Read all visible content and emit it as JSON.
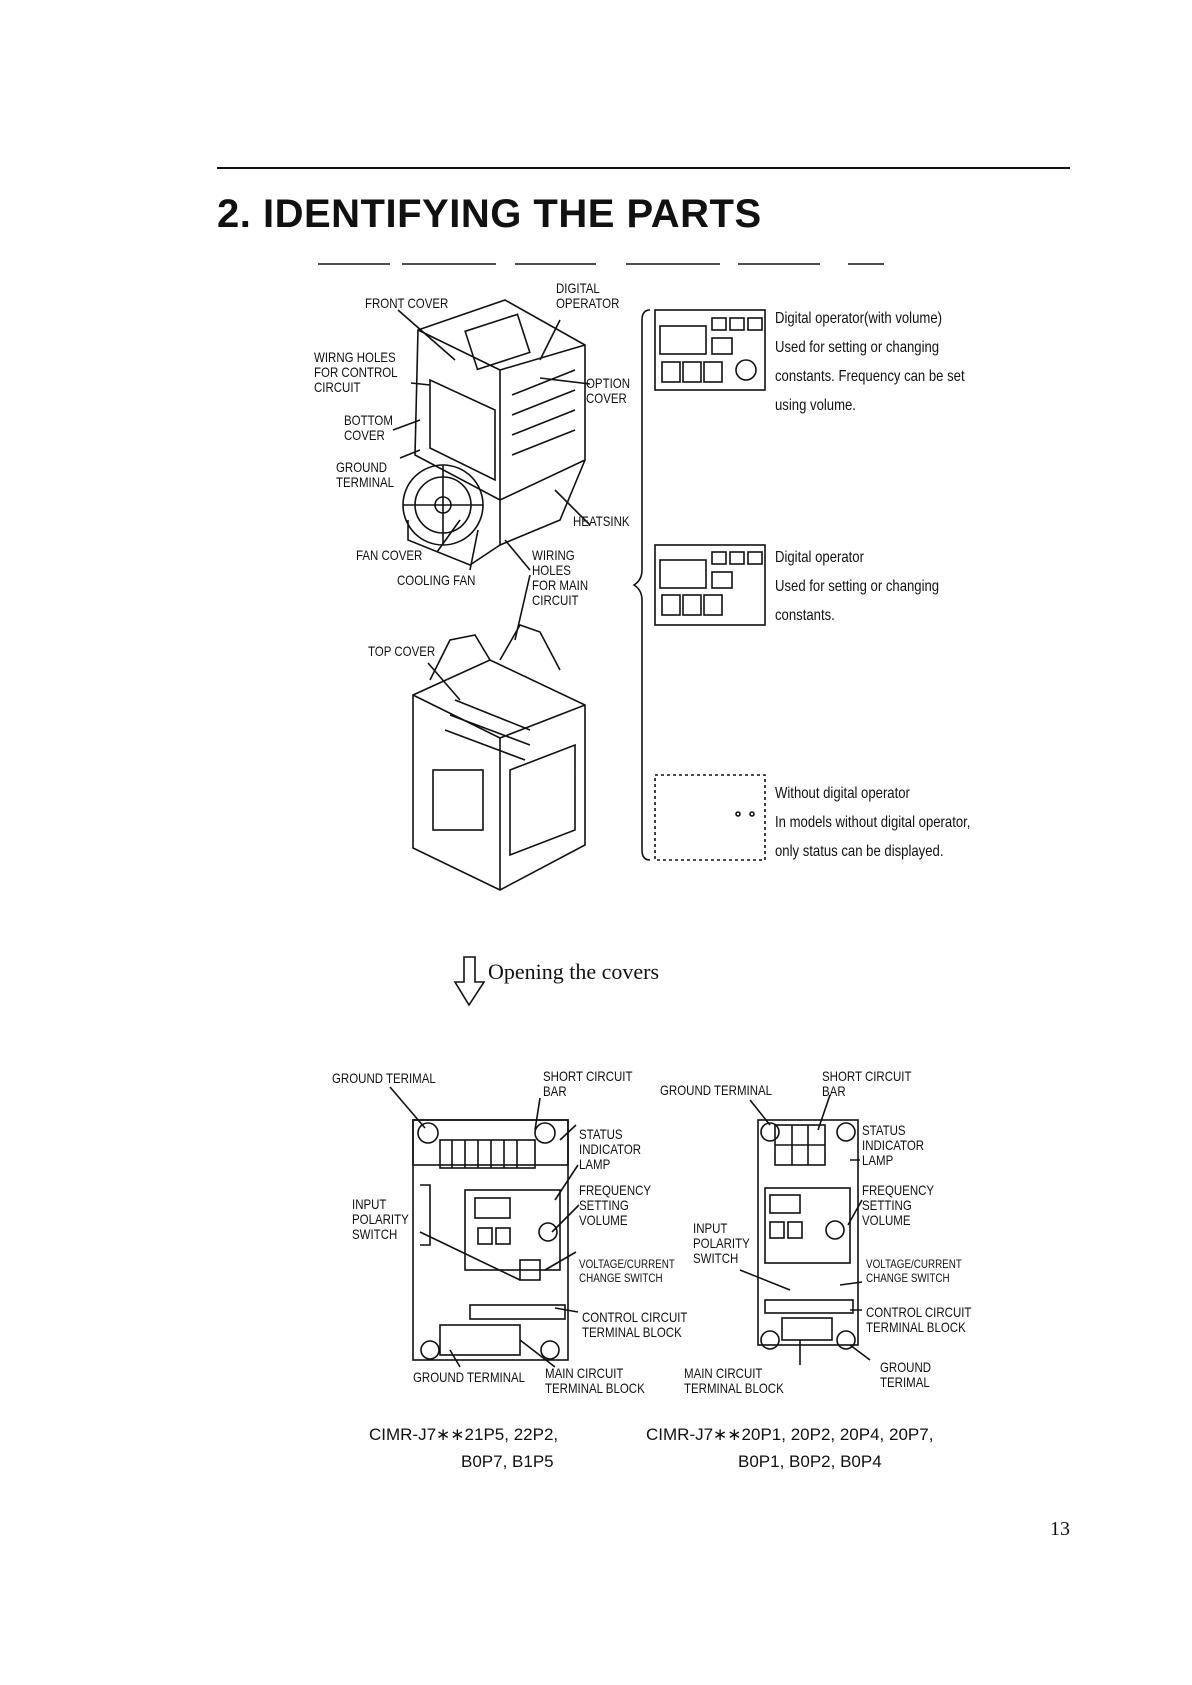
{
  "page": {
    "title": "2.  IDENTIFYING THE PARTS",
    "page_number": "13"
  },
  "top_labels": {
    "front_cover": "FRONT COVER",
    "digital_operator": "DIGITAL\nOPERATOR",
    "wiring_holes_control": "WIRNG HOLES\nFOR CONTROL\nCIRCUIT",
    "option_cover": "OPTION\nCOVER",
    "bottom_cover": "BOTTOM\nCOVER",
    "ground_terminal": "GROUND\nTERMINAL",
    "heatsink": "HEATSINK",
    "fan_cover": "FAN  COVER",
    "cooling_fan": "COOLING FAN",
    "wiring_holes_main": "WIRING\nHOLES\nFOR MAIN\nCIRCUIT",
    "top_cover": "TOP COVER"
  },
  "operators": [
    {
      "title": "Digital operator(with volume)",
      "text": "Used for setting or changing\nconstants. Frequency can be set\nusing volume."
    },
    {
      "title": "Digital operator",
      "text": "Used for setting or changing\nconstants."
    },
    {
      "title": "Without digital operator",
      "text": "In models without digital operator,\nonly status can be displayed."
    }
  ],
  "opening_text": "Opening the covers",
  "bottom_left_labels": {
    "ground_terimal": "GROUND TERIMAL",
    "short_circuit_bar": "SHORT CIRCUIT\nBAR",
    "status_lamp": "STATUS\nINDICATOR\nLAMP",
    "freq_volume": "FREQUENCY\nSETTING\nVOLUME",
    "input_polarity": "INPUT\nPOLARITY\nSWITCH",
    "vc_switch": "VOLTAGE/CURRENT\nCHANGE SWITCH",
    "control_block": "CONTROL  CIRCUIT\nTERMINAL  BLOCK",
    "ground_terminal": "GROUND TERMINAL",
    "main_block": "MAIN CIRCUIT\nTERMINAL  BLOCK"
  },
  "bottom_right_labels": {
    "ground_terminal": "GROUND TERMINAL",
    "short_circuit_bar": "SHORT CIRCUIT\nBAR",
    "status_lamp": "STATUS\nINDICATOR\nLAMP",
    "freq_volume": "FREQUENCY\nSETTING\nVOLUME",
    "input_polarity": "INPUT\nPOLARITY\nSWITCH",
    "vc_switch": "VOLTAGE/CURRENT\nCHANGE SWITCH",
    "control_block": "CONTROL  CIRCUIT\nTERMINAL  BLOCK",
    "ground_terimal": "GROUND\nTERIMAL",
    "main_block": "MAIN CIRCUIT\nTERMINAL  BLOCK"
  },
  "captions": {
    "left_line1": "CIMR-J7∗∗21P5, 22P2,",
    "left_line2": "B0P7, B1P5",
    "right_line1": "CIMR-J7∗∗20P1, 20P2, 20P4, 20P7,",
    "right_line2": "B0P1, B0P2, B0P4"
  }
}
